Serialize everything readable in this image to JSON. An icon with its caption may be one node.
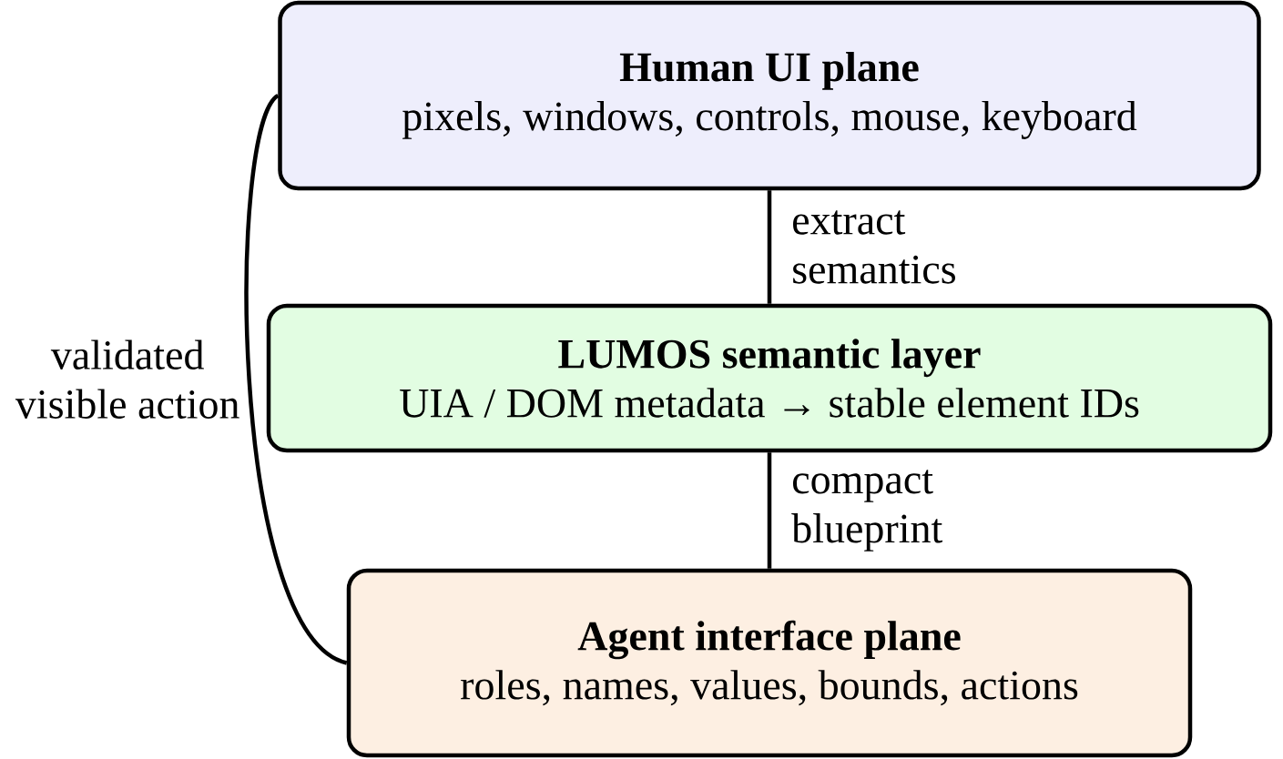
{
  "diagram": {
    "nodes": [
      {
        "text": [
          "Human UI plane",
          "pixels, windows, controls, mouse, keyboard"
        ]
      },
      {
        "text": [
          "LUMOS semantic layer",
          "UIA / DOM metadata → stable element IDs"
        ]
      },
      {
        "text": [
          "Agent interface plane",
          "roles, names, values, bounds, actions"
        ]
      }
    ],
    "edges": [
      {
        "from": 0,
        "to": 1,
        "arrow": "none",
        "label": "extract semantics"
      },
      {
        "from": 1,
        "to": 2,
        "arrow": "none",
        "label": "compact blueprint"
      },
      {
        "from": 2,
        "to": 0,
        "arrow": "none",
        "label": "validated visible action"
      }
    ]
  }
}
